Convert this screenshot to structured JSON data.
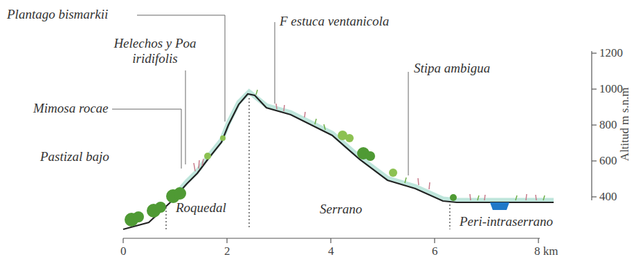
{
  "diagram": {
    "labels": [
      "Plantago bismarkii",
      "Helechos y Poa iridifolis",
      "Mimosa rocae",
      "Pastizal bajo",
      "F estuca ventanicola",
      "Stipa ambigua",
      "1200",
      "1000",
      "800",
      "600",
      "400",
      "Altitud m s.n.m",
      "Roquedal",
      "Serrano",
      "Peri-intraserrano",
      "0",
      "2",
      "4",
      "6",
      "8 km"
    ]
  }
}
